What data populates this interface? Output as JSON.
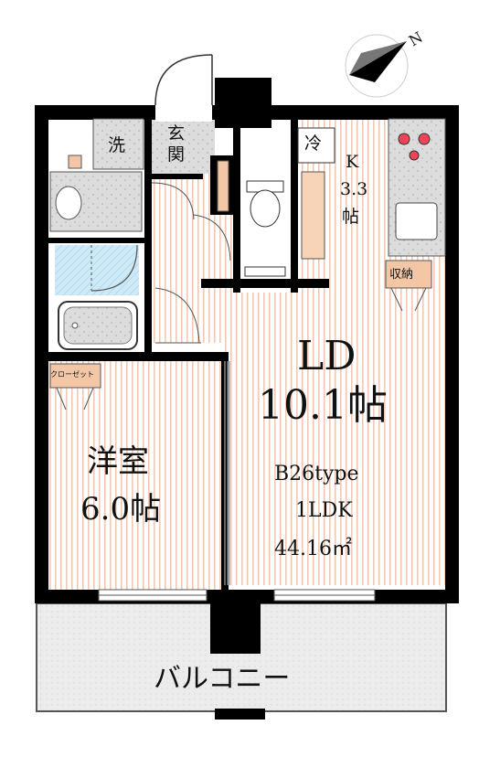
{
  "rooms": {
    "ld": {
      "name": "LD",
      "size": "10.1帖"
    },
    "kitchen": {
      "name": "K",
      "size": "3.3",
      "unit": "帖"
    },
    "western": {
      "name": "洋室",
      "size": "6.0帖"
    },
    "balcony": {
      "name": "バルコニー"
    }
  },
  "fixtures": {
    "entrance": [
      "玄",
      "関"
    ],
    "washer": "洗",
    "fridge": "冷",
    "storage": "収納",
    "closet": "クローゼット"
  },
  "unit_info": {
    "type": "B26type",
    "layout": "1LDK",
    "area": "44.16㎡"
  },
  "compass": {
    "label": "N"
  },
  "colors": {
    "wall": "#000000",
    "floor_stripe": "#f2c9b0",
    "tile": "#d8d8d8",
    "bath_blue": "#cfeaf7",
    "balcony": "#e9e9e9",
    "storage_fill": "#f3c7a6"
  }
}
